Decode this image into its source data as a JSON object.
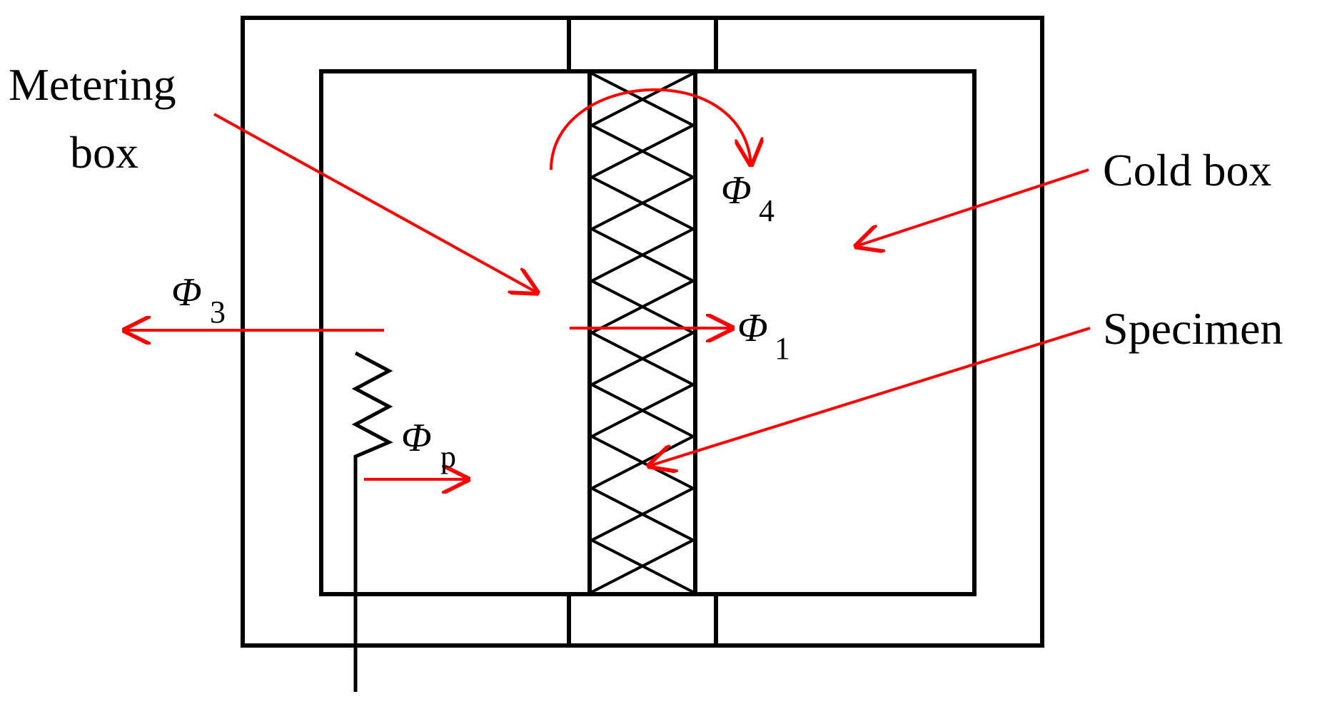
{
  "labels": {
    "metering_box_line1": "Metering",
    "metering_box_line2": "box",
    "cold_box": "Cold box",
    "specimen": "Specimen"
  },
  "fluxes": {
    "phi4": {
      "symbol": "Φ",
      "subscript": "4"
    },
    "phi3": {
      "symbol": "Φ",
      "subscript": "3"
    },
    "phi1": {
      "symbol": "Φ",
      "subscript": "1"
    },
    "phip": {
      "symbol": "Φ",
      "subscript": "p"
    }
  },
  "colors": {
    "structure": "#000000",
    "arrows": "#ff0000",
    "background": "#ffffff"
  }
}
